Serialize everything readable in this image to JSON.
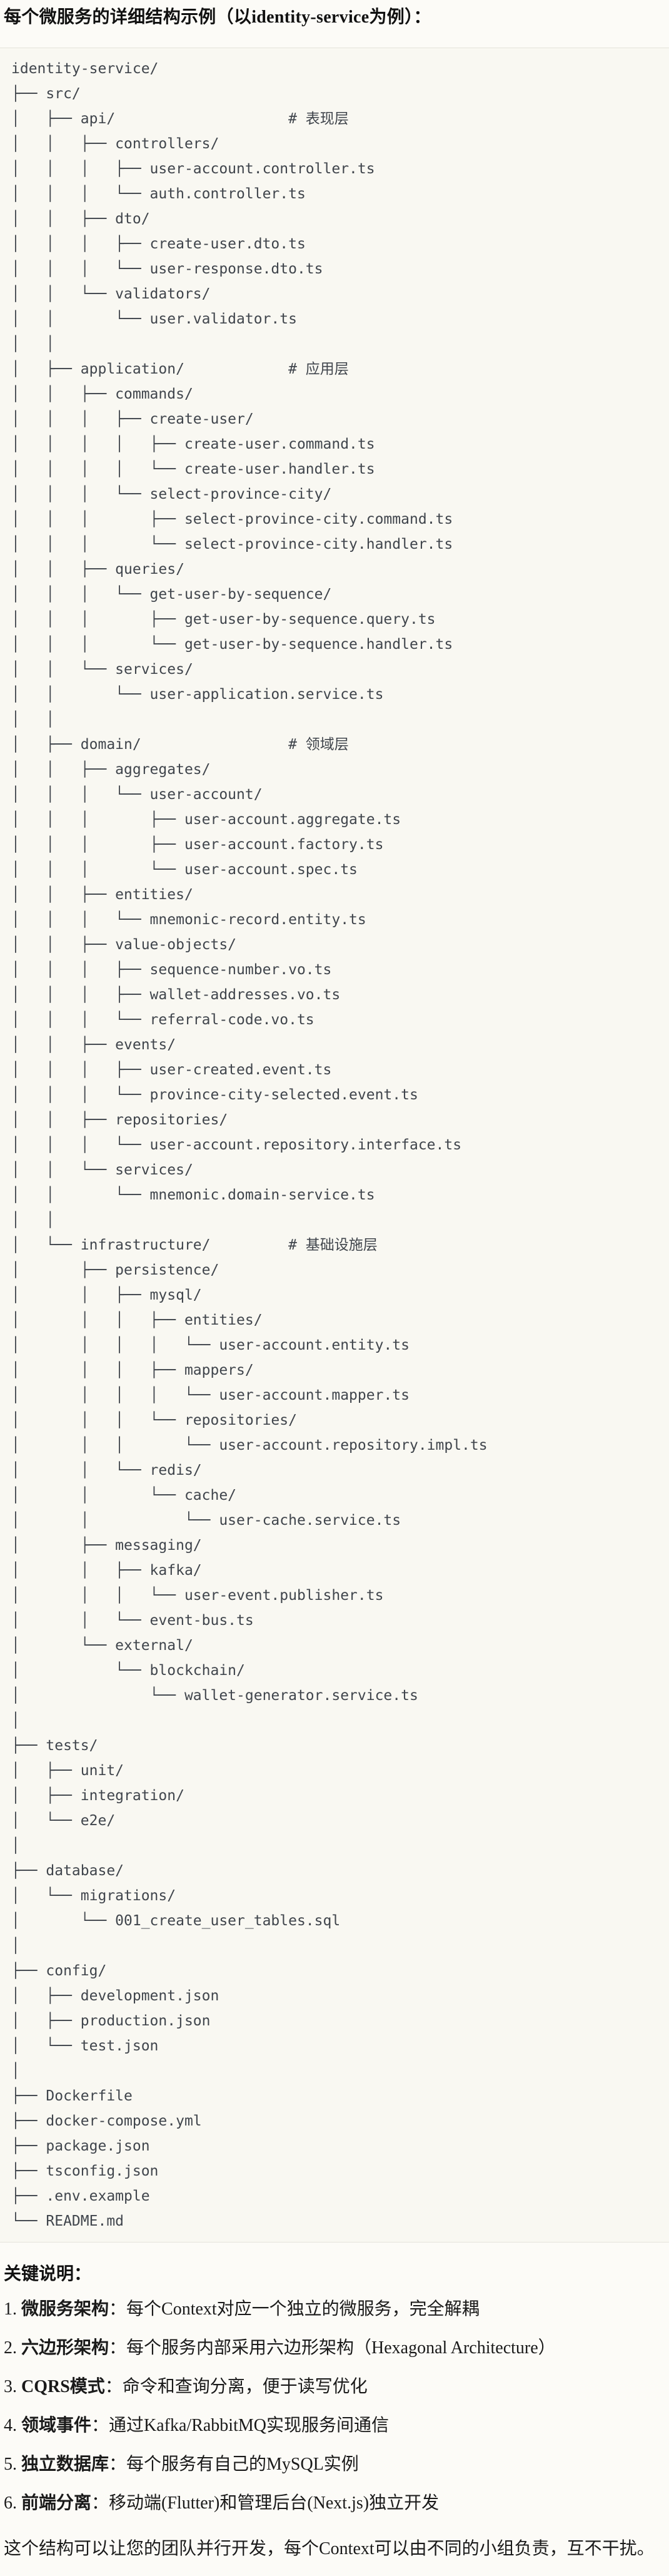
{
  "title": "每个微服务的详细结构示例（以identity-service为例）：",
  "tree_lines": [
    "identity-service/",
    "├── src/",
    "│   ├── api/                    # 表现层",
    "│   │   ├── controllers/",
    "│   │   │   ├── user-account.controller.ts",
    "│   │   │   └── auth.controller.ts",
    "│   │   ├── dto/",
    "│   │   │   ├── create-user.dto.ts",
    "│   │   │   └── user-response.dto.ts",
    "│   │   └── validators/",
    "│   │       └── user.validator.ts",
    "│   │",
    "│   ├── application/            # 应用层",
    "│   │   ├── commands/",
    "│   │   │   ├── create-user/",
    "│   │   │   │   ├── create-user.command.ts",
    "│   │   │   │   └── create-user.handler.ts",
    "│   │   │   └── select-province-city/",
    "│   │   │       ├── select-province-city.command.ts",
    "│   │   │       └── select-province-city.handler.ts",
    "│   │   ├── queries/",
    "│   │   │   └── get-user-by-sequence/",
    "│   │   │       ├── get-user-by-sequence.query.ts",
    "│   │   │       └── get-user-by-sequence.handler.ts",
    "│   │   └── services/",
    "│   │       └── user-application.service.ts",
    "│   │",
    "│   ├── domain/                 # 领域层",
    "│   │   ├── aggregates/",
    "│   │   │   └── user-account/",
    "│   │   │       ├── user-account.aggregate.ts",
    "│   │   │       ├── user-account.factory.ts",
    "│   │   │       └── user-account.spec.ts",
    "│   │   ├── entities/",
    "│   │   │   └── mnemonic-record.entity.ts",
    "│   │   ├── value-objects/",
    "│   │   │   ├── sequence-number.vo.ts",
    "│   │   │   ├── wallet-addresses.vo.ts",
    "│   │   │   └── referral-code.vo.ts",
    "│   │   ├── events/",
    "│   │   │   ├── user-created.event.ts",
    "│   │   │   └── province-city-selected.event.ts",
    "│   │   ├── repositories/",
    "│   │   │   └── user-account.repository.interface.ts",
    "│   │   └── services/",
    "│   │       └── mnemonic.domain-service.ts",
    "│   │",
    "│   └── infrastructure/         # 基础设施层",
    "│       ├── persistence/",
    "│       │   ├── mysql/",
    "│       │   │   ├── entities/",
    "│       │   │   │   └── user-account.entity.ts",
    "│       │   │   ├── mappers/",
    "│       │   │   │   └── user-account.mapper.ts",
    "│       │   │   └── repositories/",
    "│       │   │       └── user-account.repository.impl.ts",
    "│       │   └── redis/",
    "│       │       └── cache/",
    "│       │           └── user-cache.service.ts",
    "│       ├── messaging/",
    "│       │   ├── kafka/",
    "│       │   │   └── user-event.publisher.ts",
    "│       │   └── event-bus.ts",
    "│       └── external/",
    "│           └── blockchain/",
    "│               └── wallet-generator.service.ts",
    "│",
    "├── tests/",
    "│   ├── unit/",
    "│   ├── integration/",
    "│   └── e2e/",
    "│",
    "├── database/",
    "│   └── migrations/",
    "│       └── 001_create_user_tables.sql",
    "│",
    "├── config/",
    "│   ├── development.json",
    "│   ├── production.json",
    "│   └── test.json",
    "│",
    "├── Dockerfile",
    "├── docker-compose.yml",
    "├── package.json",
    "├── tsconfig.json",
    "├── .env.example",
    "└── README.md"
  ],
  "notes_heading": "关键说明：",
  "notes": [
    {
      "num": "1.",
      "label": "微服务架构",
      "text": "：每个Context对应一个独立的微服务，完全解耦"
    },
    {
      "num": "2.",
      "label": "六边形架构",
      "text": "：每个服务内部采用六边形架构（Hexagonal Architecture）"
    },
    {
      "num": "3.",
      "label": "CQRS模式",
      "text": "：命令和查询分离，便于读写优化"
    },
    {
      "num": "4.",
      "label": "领域事件",
      "text": "：通过Kafka/RabbitMQ实现服务间通信"
    },
    {
      "num": "5.",
      "label": "独立数据库",
      "text": "：每个服务有自己的MySQL实例"
    },
    {
      "num": "6.",
      "label": "前端分离",
      "text": "：移动端(Flutter)和管理后台(Next.js)独立开发"
    }
  ],
  "closing": "这个结构可以让您的团队并行开发，每个Context可以由不同的小组负责，互不干扰。",
  "colors": {
    "page_background": "#FCFBF7",
    "code_background": "#F9F8F2",
    "code_border": "#E5E3DB",
    "code_text": "#40454C",
    "body_text": "#1A1A1A"
  }
}
